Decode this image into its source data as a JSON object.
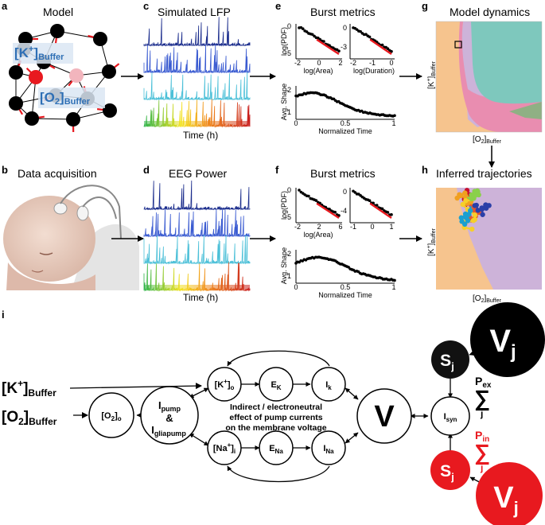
{
  "panels": {
    "a": {
      "letter": "a",
      "title": "Model",
      "k_label": "[K⁺]Buffer",
      "o2_label": "[O₂]Buffer"
    },
    "b": {
      "letter": "b",
      "title": "Data acquisition"
    },
    "c": {
      "letter": "c",
      "title": "Simulated LFP",
      "xlabel": "Time (h)"
    },
    "d": {
      "letter": "d",
      "title": "EEG Power",
      "xlabel": "Time (h)"
    },
    "e": {
      "letter": "e",
      "title": "Burst metrics",
      "ylabel_pdf": "log(PDF)",
      "xlabel_area": "log(Area)",
      "xlabel_duration": "log(Duration)",
      "ylabel_shape": "Avg. Shape",
      "xlabel_time": "Normalized Time",
      "area_ticks_x": [
        "-2",
        "0",
        "2"
      ],
      "area_ticks_y": [
        "0",
        "-5"
      ],
      "dur_ticks_x": [
        "-2",
        "-1",
        "0"
      ],
      "dur_ticks_y": [
        "0",
        "-3"
      ],
      "shape_ticks_x": [
        "0",
        "0.5",
        "1"
      ],
      "shape_ticks_y": [
        "1",
        "2"
      ]
    },
    "f": {
      "letter": "f",
      "title": "Burst metrics",
      "ylabel_pdf": "log(PDF)",
      "xlabel_area": "log(Area)",
      "ylabel_shape": "Avg. Shape",
      "xlabel_time": "Normalized Time",
      "area_ticks_x": [
        "-2",
        "2",
        "6"
      ],
      "area_ticks_y": [
        "0",
        "-5"
      ],
      "dur_ticks_x": [
        "-1",
        "0",
        "1"
      ],
      "dur_ticks_y": [
        "0",
        "-4"
      ],
      "shape_ticks_x": [
        "0",
        "0.5",
        "1"
      ],
      "shape_ticks_y": [
        "1",
        "2"
      ]
    },
    "g": {
      "letter": "g",
      "title": "Model dynamics",
      "ylabel": "[K⁺]Buffer",
      "xlabel": "[O₂]Buffer"
    },
    "h": {
      "letter": "h",
      "title": "Inferred trajectories",
      "ylabel": "[K⁺]Buffer",
      "xlabel": "[O₂]Buffer"
    },
    "i": {
      "letter": "i"
    }
  },
  "diagram": {
    "k_buffer": "[K⁺]Buffer",
    "o2_buffer": "[O₂]Buffer",
    "o2o": "[O₂]o",
    "pump_line1": "Ipump",
    "pump_amp": "&",
    "pump_line2": "Igliapump",
    "ko": "[K⁺]o",
    "ek": "EK",
    "ik": "Ik",
    "nai": "[Na⁺]i",
    "ena": "ENa",
    "ina": "INa",
    "v": "V",
    "isyn": "Isyn",
    "note_line1": "Indirect / electroneutral",
    "note_line2": "effect of pump currents",
    "note_line3": "on the membrane voltage",
    "sj": "Sj",
    "vj": "Vj",
    "pex": "Pex",
    "pin": "Pin",
    "sum_index": "j"
  },
  "colors": {
    "red": "#e8191f",
    "black": "#000000",
    "blue_label": "#2e6fb5",
    "orange_region": "#f6c48e",
    "teal_region": "#7ec8bd",
    "purple_region": "#cdb3d9",
    "pink_region": "#e98db0"
  }
}
